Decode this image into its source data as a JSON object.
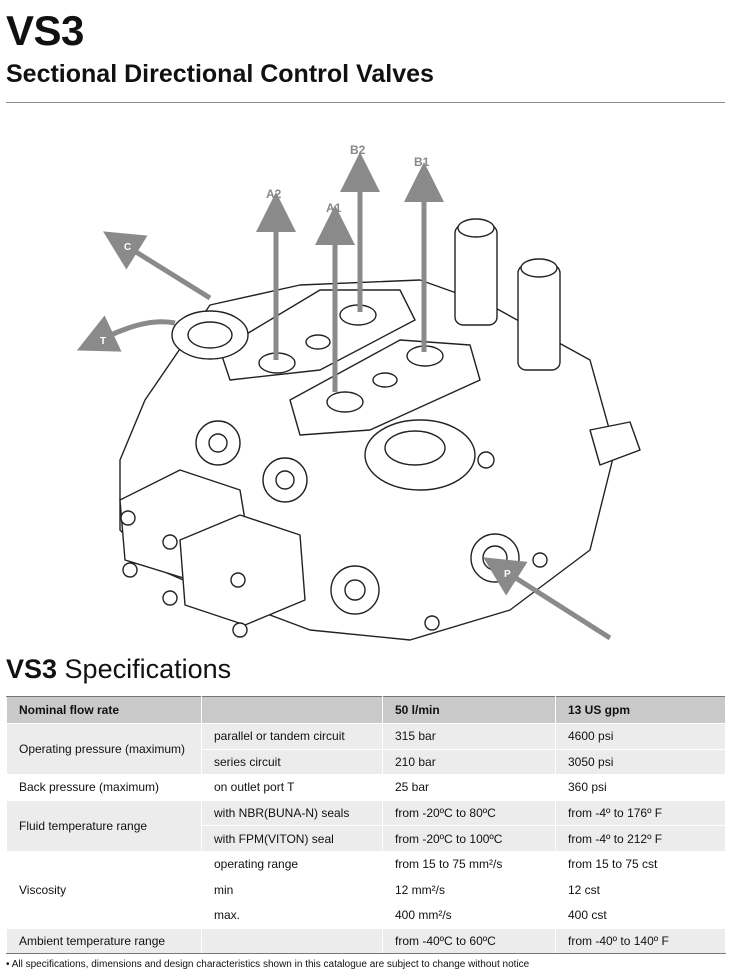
{
  "header": {
    "title": "VS3",
    "subtitle": "Sectional Directional Control Valves"
  },
  "figure": {
    "port_labels": {
      "a2": "A2",
      "a1": "A1",
      "b2": "B2",
      "b1": "B1",
      "c": "C",
      "t": "T",
      "p": "P"
    }
  },
  "specs": {
    "title_bold": "VS3",
    "title_rest": " Specifications",
    "header": [
      "Nominal flow rate",
      "",
      "50 l/min",
      "13 US gpm"
    ],
    "rows": {
      "op_label": "Operating pressure (maximum)",
      "op1": [
        "parallel or tandem circuit",
        "315 bar",
        "4600 psi"
      ],
      "op2": [
        "series circuit",
        "210 bar",
        "3050 psi"
      ],
      "back": [
        "Back pressure (maximum)",
        "on outlet port T",
        "25 bar",
        "360 psi"
      ],
      "fluid_label": "Fluid temperature range",
      "fluid1": [
        "with NBR(BUNA-N) seals",
        "from -20ºC to 80ºC",
        "from -4º to 176º F"
      ],
      "fluid2": [
        "with FPM(VITON) seal",
        "from -20ºC to 100ºC",
        "from -4º to 212º F"
      ],
      "visc_label": "Viscosity",
      "visc1": [
        "operating range",
        "from 15 to 75 mm²/s",
        "from 15 to 75 cst"
      ],
      "visc2": [
        "min",
        "12 mm²/s",
        "12 cst"
      ],
      "visc3": [
        "max.",
        "400 mm²/s",
        "400 cst"
      ],
      "amb": [
        "Ambient temperature range",
        "",
        "from -40ºC to 60ºC",
        "from -40º to 140º F"
      ]
    }
  },
  "footnote": "• All specifications, dimensions and design characteristics shown in this catalogue are subject to change without notice"
}
